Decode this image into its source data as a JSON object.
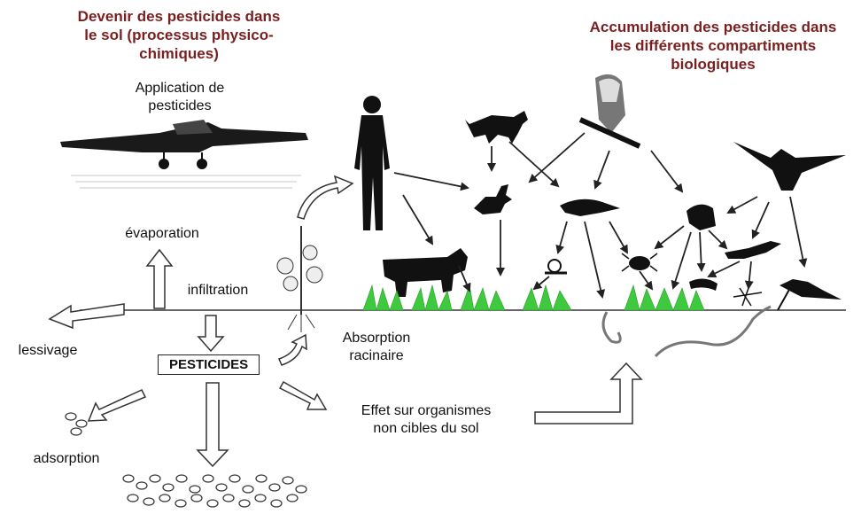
{
  "headers": {
    "left_line1": "Devenir des pesticides dans",
    "left_line2": "le sol (processus physico-",
    "left_line3": "chimiques)",
    "right_line1": "Accumulation des pesticides dans",
    "right_line2": "les différents compartiments",
    "right_line3": "biologiques"
  },
  "labels": {
    "application_line1": "Application de",
    "application_line2": "pesticides",
    "evaporation": "évaporation",
    "infiltration": "infiltration",
    "lessivage": "lessivage",
    "pesticides_box": "PESTICIDES",
    "absorption_line1": "Absorption",
    "absorption_line2": "racinaire",
    "adsorption": "adsorption",
    "effet_line1": "Effet sur organismes",
    "effet_line2": "non cibles du sol"
  },
  "colors": {
    "header_text": "#7a1f1f",
    "grass": "#3fc93f",
    "silhouette": "#111111"
  },
  "icons": [
    "airplane-icon",
    "human-icon",
    "fox-icon",
    "owl-icon",
    "eagle-icon",
    "rabbit-icon",
    "shrew-icon",
    "rodent-icon",
    "cow-icon",
    "snail-icon",
    "mite-icon",
    "lizard-icon",
    "caterpillar-icon",
    "mosquito-icon",
    "crow-icon",
    "worm-icon",
    "tomato-plant-icon",
    "soil-particles-icon",
    "grass-icon"
  ]
}
